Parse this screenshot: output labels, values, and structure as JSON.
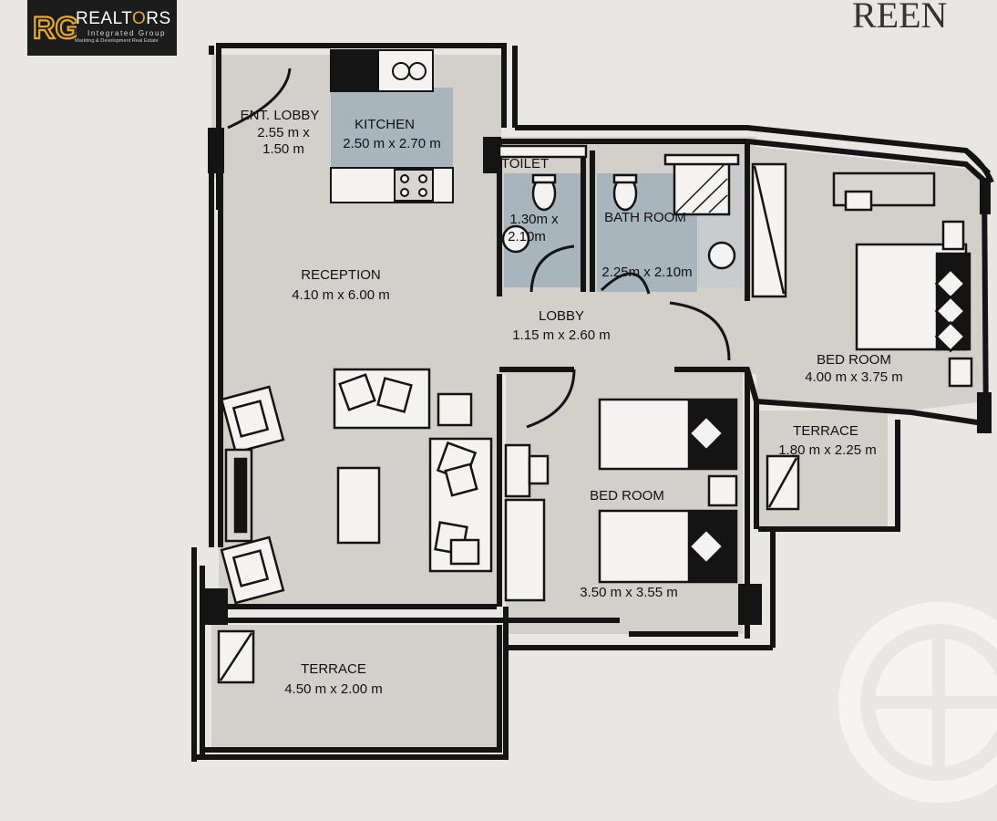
{
  "brand": {
    "name_prefix": "REALT",
    "name_o": "O",
    "name_suffix": "RS",
    "subtitle": "Integrated Group",
    "tagline": "Markting & Development Real Estate",
    "monogram": "RG",
    "accent_color": "#e8a82a"
  },
  "corner_text": "REEN",
  "rooms": {
    "ent_lobby": {
      "name": "ENT. LOBBY",
      "line2": "2.55 m x",
      "line3": "1.50 m"
    },
    "kitchen": {
      "name": "KITCHEN",
      "size": "2.50 m x 2.70 m"
    },
    "toilet": {
      "name": "TOILET",
      "line2": "1.30m x",
      "line3": "2.10m"
    },
    "bathroom": {
      "name": "BATH ROOM",
      "size": "2.25m x 2.10m"
    },
    "reception": {
      "name": "RECEPTION",
      "size": "4.10 m x 6.00 m"
    },
    "lobby": {
      "name": "LOBBY",
      "size": "1.15 m x 2.60 m"
    },
    "bedroom_master": {
      "name": "BED ROOM",
      "size": "4.00 m x 3.75 m"
    },
    "terrace_small": {
      "name": "TERRACE",
      "size": "1.80 m x 2.25 m"
    },
    "bedroom_second": {
      "name": "BED ROOM",
      "size": "3.50 m x 3.55 m"
    },
    "terrace_large": {
      "name": "TERRACE",
      "size": "4.50 m x 2.00 m"
    }
  },
  "colors": {
    "wall": "#141414",
    "floor": "#d3d0cb",
    "wet_area": "#a9b5bd",
    "paper": "#e9e7e4"
  }
}
